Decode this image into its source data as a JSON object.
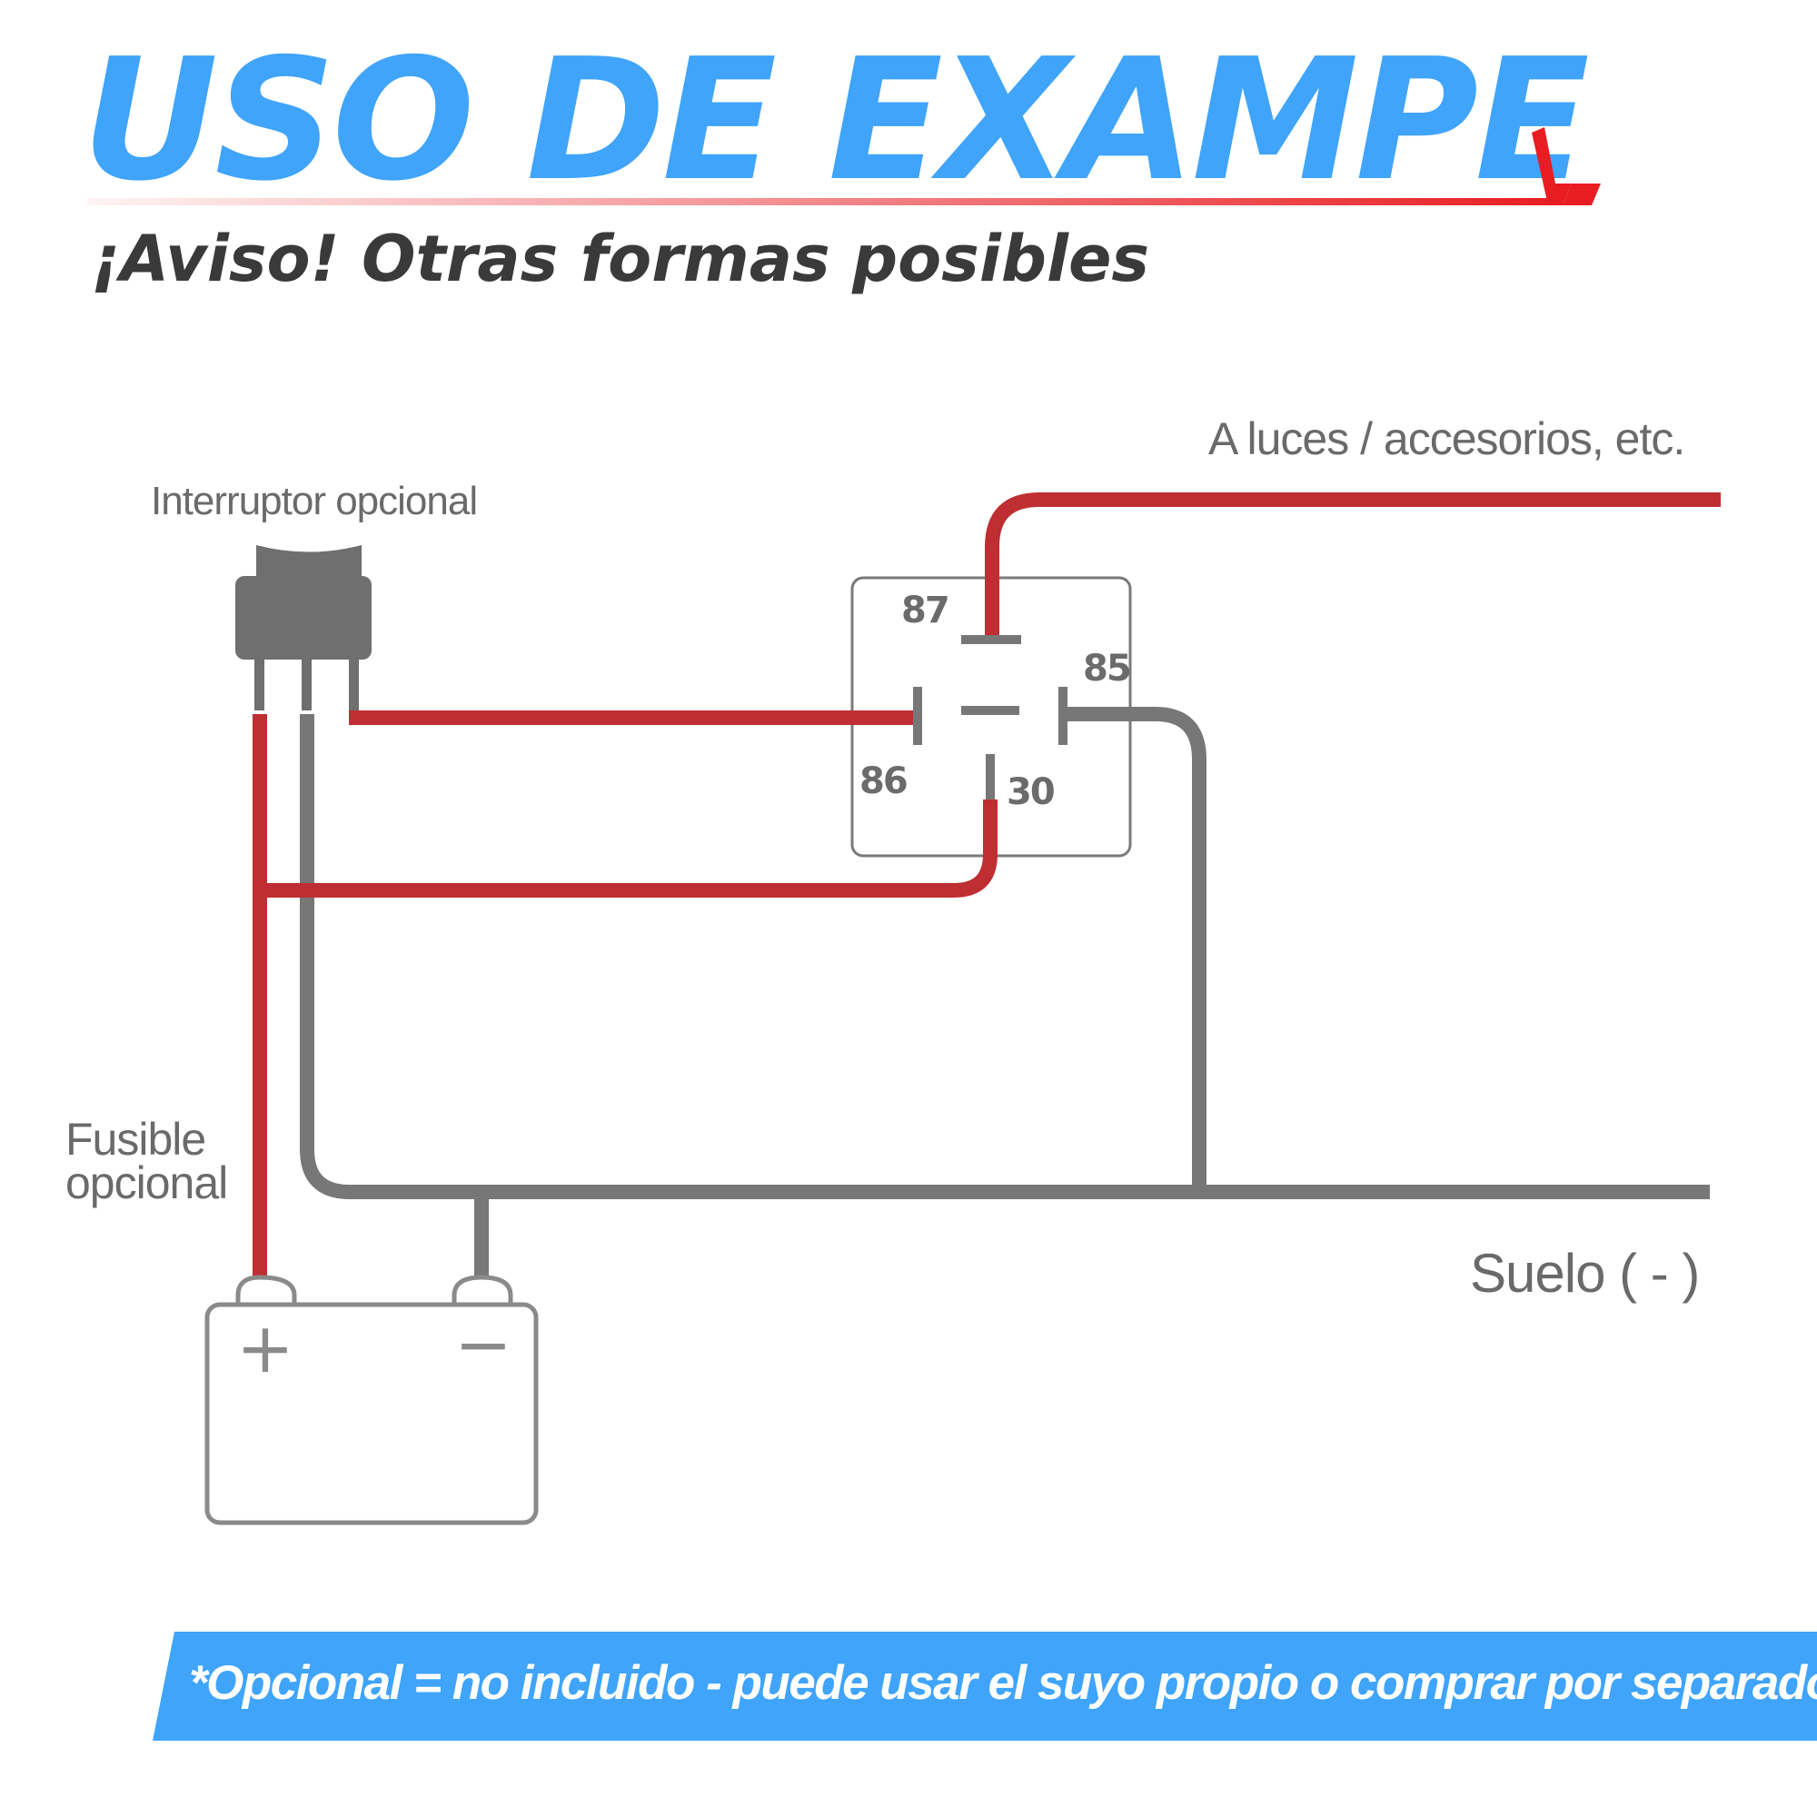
{
  "header": {
    "title": "USO DE EXAMPE",
    "subtitle": "¡Aviso! Otras formas posibles"
  },
  "diagram": {
    "labels": {
      "output": "A luces / accesorios, etc.",
      "switch": "Interruptor opcional",
      "fuse_line1": "Fusible",
      "fuse_line2": "opcional",
      "ground": "Suelo ( - )"
    },
    "relay_pins": {
      "p87": "87",
      "p85": "85",
      "p86": "86",
      "p30": "30"
    },
    "battery": {
      "positive": "+",
      "negative": "−"
    },
    "wire_colors": {
      "positive": "#bf2e32",
      "ground": "#777777"
    }
  },
  "footer": {
    "note": "*Opcional = no incluido - puede usar el suyo propio o comprar por separado"
  },
  "colors": {
    "accent": "#3fa4fa",
    "title_underline": "#e81d22"
  }
}
